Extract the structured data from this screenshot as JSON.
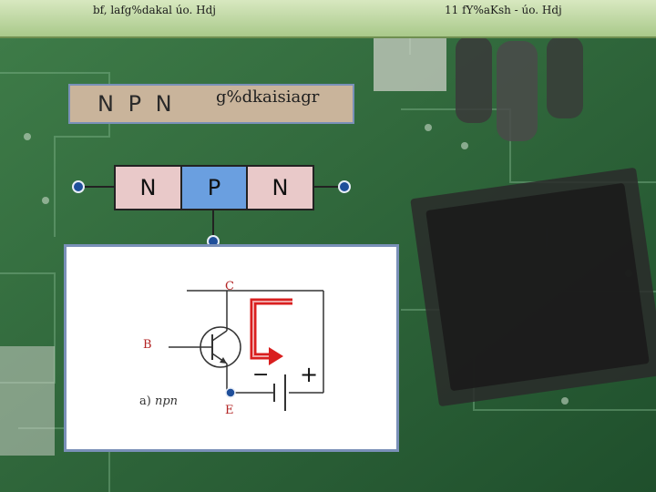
{
  "header": {
    "left_text": "bf, lafg%dakal úo. Hdj",
    "right_text": "11 fY%aKsh - úo. Hdj"
  },
  "title": {
    "main": "N P N",
    "sub": "g%dkaisiagr"
  },
  "layers": [
    "N",
    "P",
    "N"
  ],
  "circuit": {
    "collector_label": "C",
    "base_label": "B",
    "emitter_label": "E",
    "caption_prefix": "a)",
    "caption_italic": "npn",
    "battery_minus": "−",
    "battery_plus": "+"
  },
  "colors": {
    "n_region": "#e9c9c9",
    "p_region": "#6a9fe0",
    "arrow": "#d91f1f",
    "terminal": "#1f4f9a"
  }
}
